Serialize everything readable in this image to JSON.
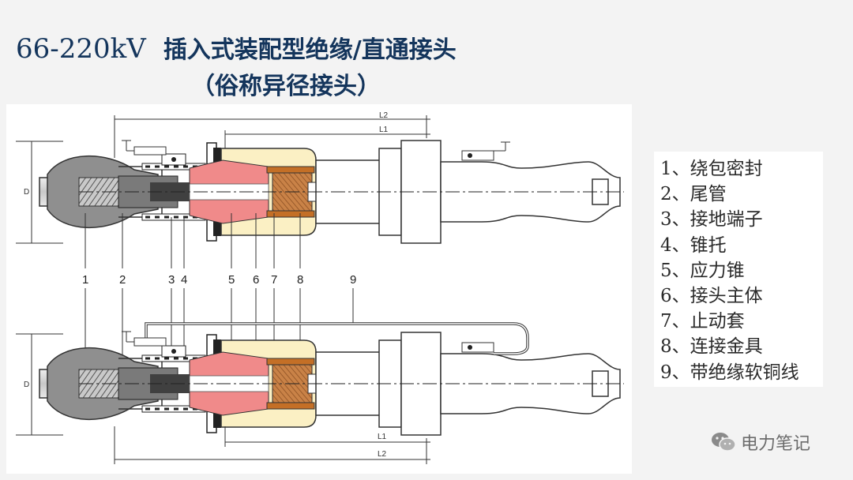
{
  "title": {
    "voltage": "66-220kV",
    "main": "插入式装配型绝缘/直通接头",
    "sub": "（俗称异径接头）"
  },
  "diagram": {
    "dim_labels": {
      "l1": "L1",
      "l2": "L2",
      "d": "D"
    },
    "callouts": [
      "1",
      "2",
      "3",
      "4",
      "5",
      "6",
      "7",
      "8",
      "9"
    ]
  },
  "legend": [
    "1、绕包密封",
    "2、尾管",
    "3、接地端子",
    "4、锥托",
    "5、应力锥",
    "6、接头主体",
    "7、止动套",
    "8、连接金具",
    "9、带绝缘软铜线"
  ],
  "watermark": {
    "text": "电力笔记",
    "icon": "wechat-icon"
  },
  "colors": {
    "title": "#14355c",
    "stress_cone": "#f08a8a",
    "body": "#fbf0c4",
    "connector": "#b87333",
    "cable": "#d8d8d8"
  }
}
